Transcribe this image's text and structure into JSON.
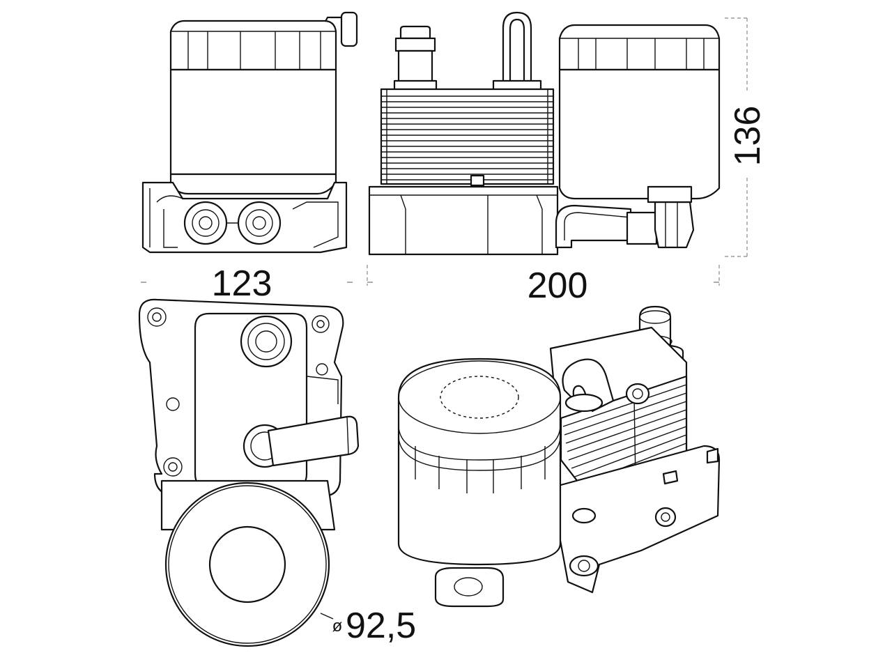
{
  "dimensions": {
    "depth": "123",
    "width": "200",
    "height": "136",
    "filter_diameter": "92,5",
    "diameter_symbol": "ø"
  },
  "colors": {
    "line": "#111111",
    "dimension_line": "#888888",
    "background": "#ffffff"
  }
}
